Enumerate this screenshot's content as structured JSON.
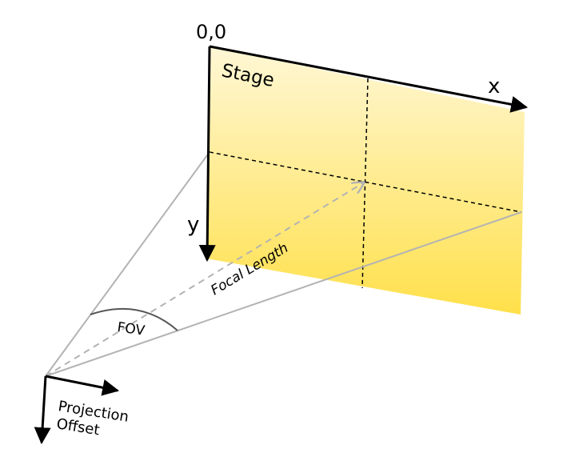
{
  "labels": {
    "origin": "0,0",
    "stage": "Stage",
    "x_axis": "x",
    "y_axis": "y",
    "focal_length": "Focal Length",
    "fov": "FOV",
    "projection_line1": "Projection",
    "projection_line2": "Offset"
  },
  "colors": {
    "stage_top": "#fff7d6",
    "stage_bottom": "#ffe04a",
    "guide_line": "#b3b3b3",
    "axis": "#000000",
    "fov_arc": "#555555"
  }
}
